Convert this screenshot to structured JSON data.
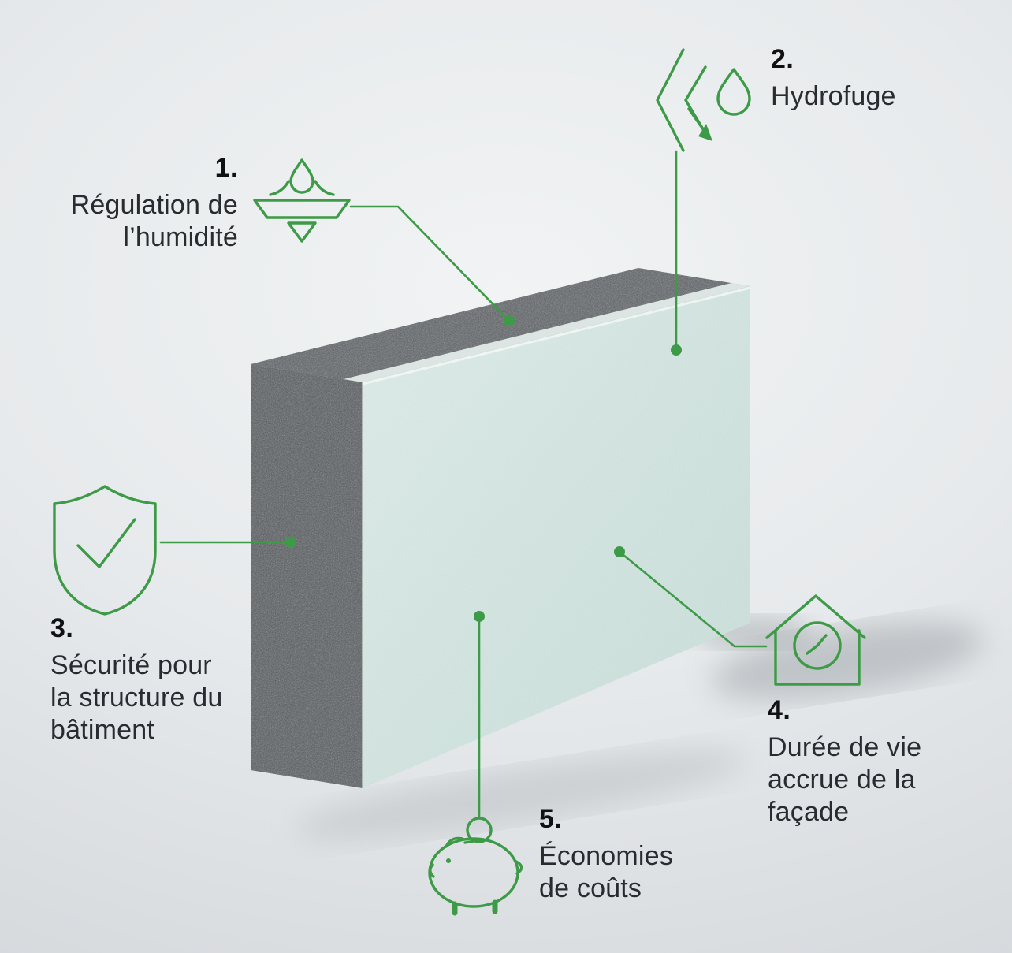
{
  "colors": {
    "accent": "#3d9a46",
    "text": "#282c30",
    "number": "#0f1113",
    "block_front": "#d6e7e3",
    "block_dark": "#54585c",
    "background": "#e6e9eb"
  },
  "icons": {
    "feature_1": "moisture-regulation-icon",
    "feature_2": "water-repellent-icon",
    "feature_3": "shield-check-icon",
    "feature_4": "house-clock-icon",
    "feature_5": "piggy-bank-icon"
  },
  "features": [
    {
      "number": "1.",
      "label": "Régulation de\nl’humidité"
    },
    {
      "number": "2.",
      "label": "Hydrofuge"
    },
    {
      "number": "3.",
      "label": "Sécurité pour\nla structure du\nbâtiment"
    },
    {
      "number": "4.",
      "label": "Durée de vie\naccrue de la\nfaçade"
    },
    {
      "number": "5.",
      "label": "Économies\nde coûts"
    }
  ]
}
